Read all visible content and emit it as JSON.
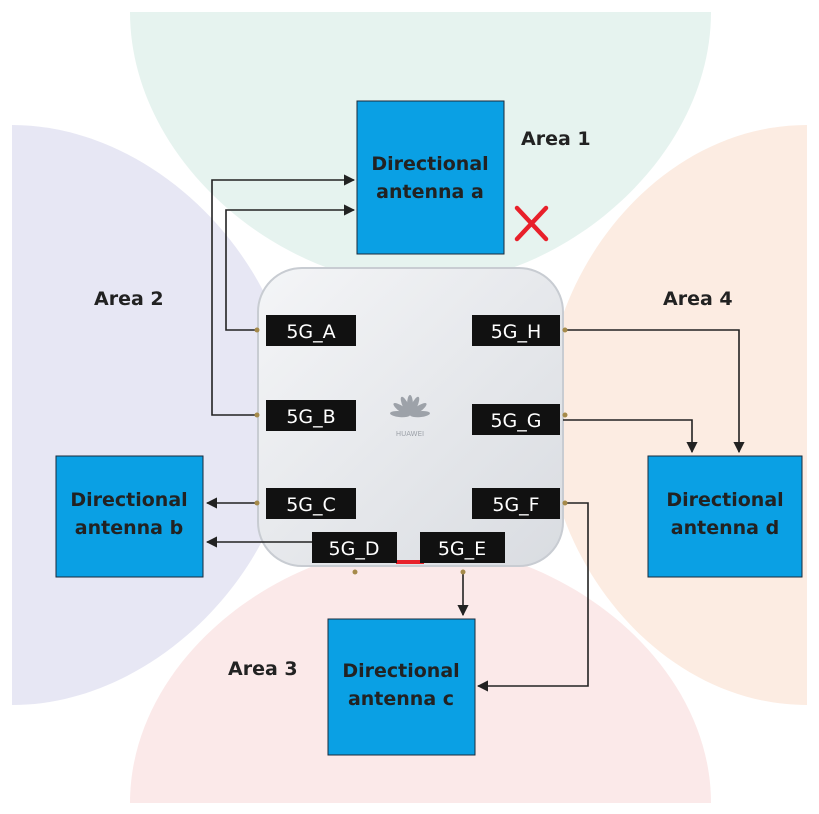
{
  "colors": {
    "area1": "#e6f3ef",
    "area2": "#e7e7f4",
    "area3": "#fbe9e9",
    "area4": "#fcece2",
    "antenna_fill": "#0aa0e4",
    "port_fill": "#111111",
    "connector": "#222222",
    "failure_mark": "#e8202a"
  },
  "areas": {
    "area1": "Area 1",
    "area2": "Area 2",
    "area3": "Area 3",
    "area4": "Area 4"
  },
  "antennas": {
    "a": {
      "line1": "Directional",
      "line2": "antenna a"
    },
    "b": {
      "line1": "Directional",
      "line2": "antenna b"
    },
    "c": {
      "line1": "Directional",
      "line2": "antenna c"
    },
    "d": {
      "line1": "Directional",
      "line2": "antenna d"
    }
  },
  "ports": {
    "A": "5G_A",
    "B": "5G_B",
    "C": "5G_C",
    "D": "5G_D",
    "E": "5G_E",
    "F": "5G_F",
    "G": "5G_G",
    "H": "5G_H"
  },
  "device": {
    "brand": "HUAWEI"
  },
  "status": {
    "antenna_a": "failed"
  }
}
